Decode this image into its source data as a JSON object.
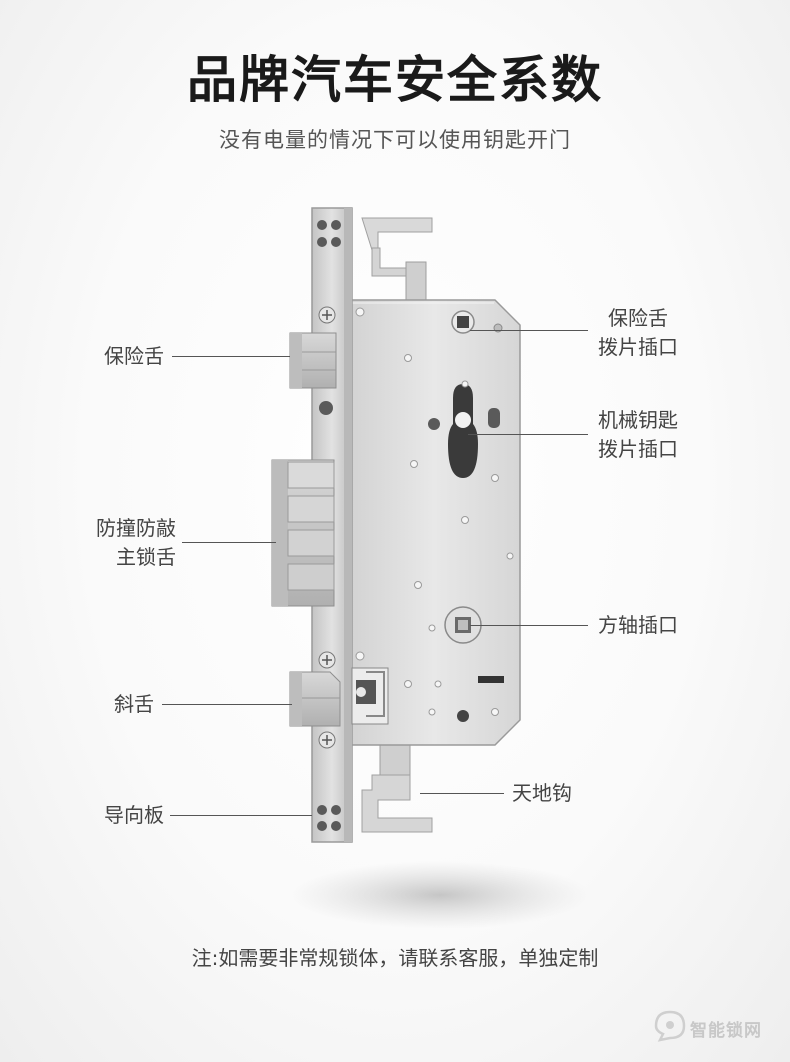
{
  "header": {
    "title": "品牌汽车安全系数",
    "subtitle": "没有电量的情况下可以使用钥匙开门"
  },
  "labels": {
    "left": {
      "guard_latch": "保险舌",
      "main_bolt_line1": "防撞防敲",
      "main_bolt_line2": "主锁舌",
      "slant_latch": "斜舌",
      "guide_plate": "导向板"
    },
    "right": {
      "guard_slot_line1": "保险舌",
      "guard_slot_line2": "拨片插口",
      "key_slot_line1": "机械钥匙",
      "key_slot_line2": "拨片插口",
      "square_shaft": "方轴插口",
      "sky_earth_hook": "天地钩"
    }
  },
  "footer": {
    "note": "注:如需要非常规锁体，请联系客服，单独定制"
  },
  "watermark": {
    "text": "智能锁网"
  },
  "colors": {
    "steel_light": "#e4e4e4",
    "steel_mid": "#cfcfcf",
    "steel_dark": "#a8a8a8",
    "bolt": "#c9c9c9",
    "line": "#555555",
    "shadow": "#bdbdbd"
  }
}
